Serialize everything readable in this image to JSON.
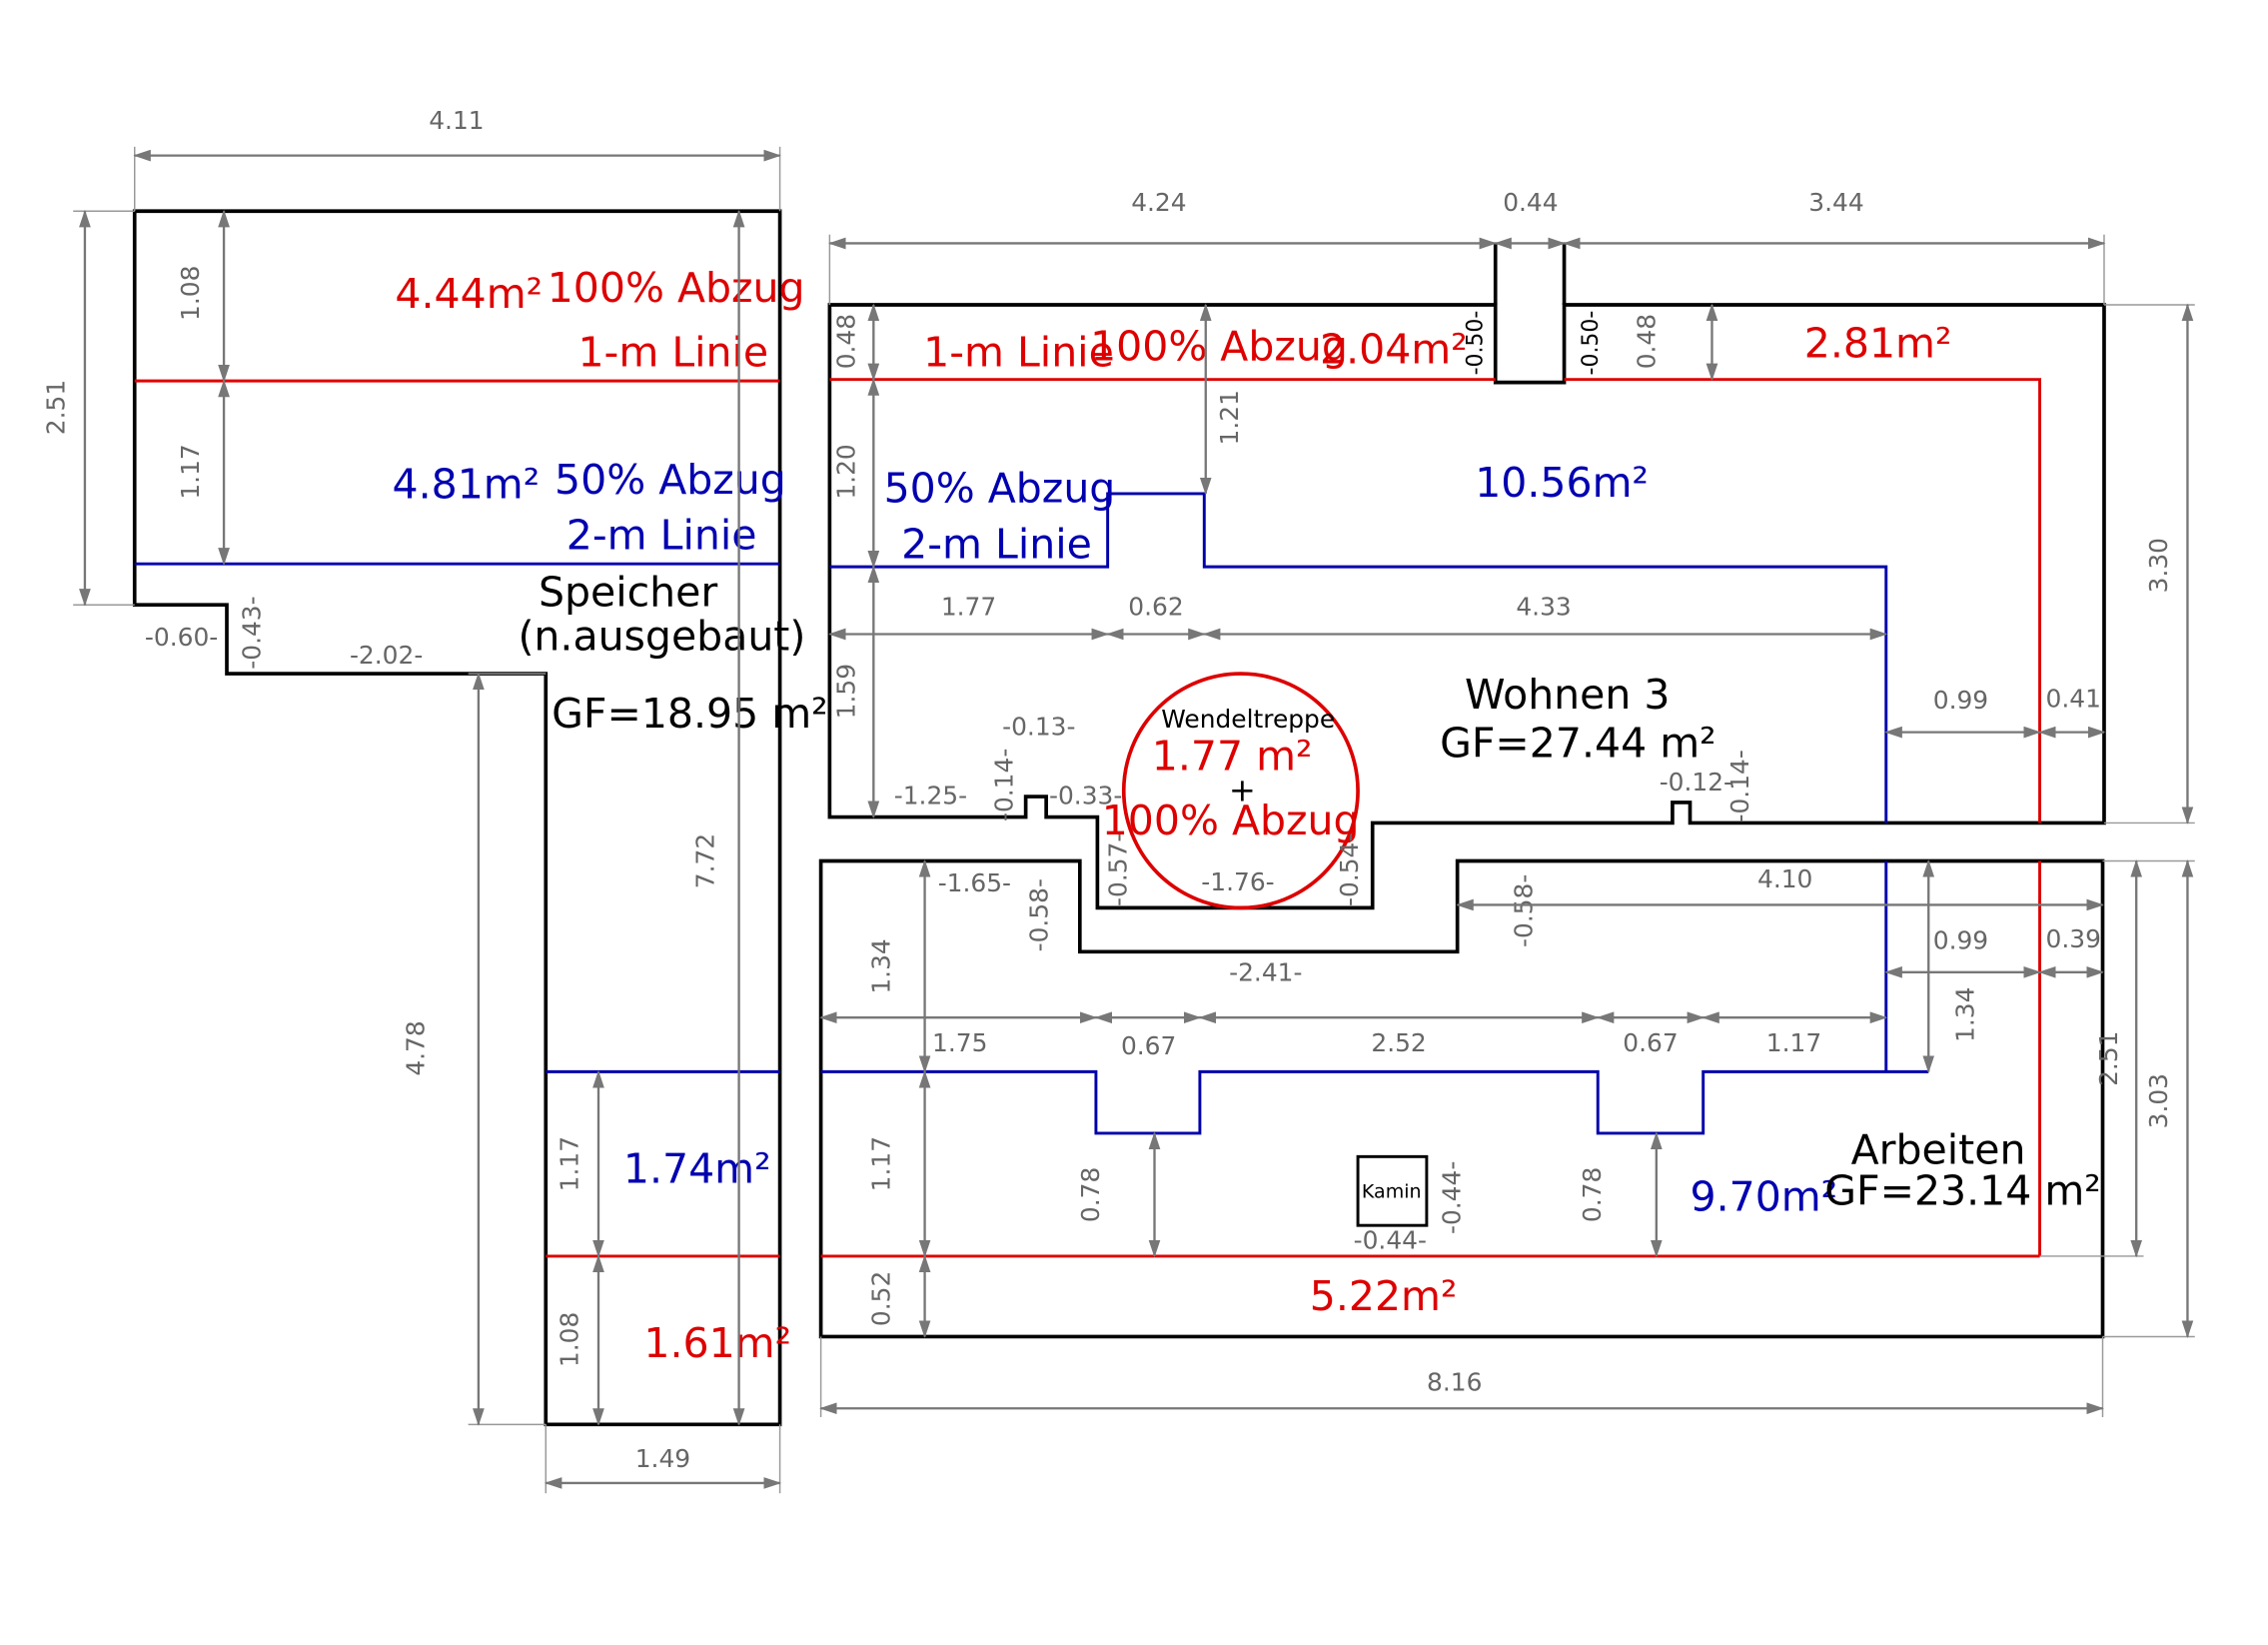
{
  "colors": {
    "wall": "#000000",
    "red_line": "#dd0000",
    "blue_line": "#0000aa",
    "dimension": "#777777"
  },
  "labels": {
    "speicher_a1": "4.44m²",
    "speicher_a1_abzug": "100% Abzug",
    "speicher_1m": "1-m Linie",
    "speicher_a2": "4.81m²",
    "speicher_a2_abzug": "50% Abzug",
    "speicher_2m": "2-m Linie",
    "speicher_name": "Speicher",
    "speicher_sub": "(n.ausgebaut)",
    "speicher_gf": "GF=18.95  m²",
    "speicher_a3": "1.74m²",
    "speicher_a4": "1.61m²",
    "w3_1m": "1-m Linie",
    "w3_abzug100": "100% Abzug",
    "w3_a1": "2.04m²",
    "w3_a2": "2.81m²",
    "w3_abzug50": "50% Abzug",
    "w3_2m": "2-m Linie",
    "w3_a3": "10.56m²",
    "w3_name": "Wohnen 3",
    "w3_gf": "GF=27.44  m²",
    "stair_name": "Wendeltreppe",
    "stair_area": "1.77  m²",
    "stair_plus": "+",
    "stair_abzug": "100% Abzug",
    "kamin": "Kamin",
    "arb_a1": "9.70m²",
    "arb_name": "Arbeiten",
    "arb_gf": "GF=23.14  m²",
    "arb_a2": "5.22m²"
  },
  "dimensions": {
    "d_411": "4.11",
    "d_251": "2.51",
    "d_108a": "1.08",
    "d_117a": "1.17",
    "d_060": "-0.60-",
    "d_043": "-0.43-",
    "d_202": "-2.02-",
    "d_772": "7.72",
    "d_478": "4.78",
    "d_117b": "1.17",
    "d_108b": "1.08",
    "d_149": "1.49",
    "d_424": "4.24",
    "d_044": "0.44",
    "d_344": "3.44",
    "d_048a": "0.48",
    "d_050a": "-0.50-",
    "d_050b": "-0.50-",
    "d_048b": "0.48",
    "d_121": "1.21",
    "d_120": "1.20",
    "d_330": "3.30",
    "d_177": "1.77",
    "d_062": "0.62",
    "d_433": "4.33",
    "d_159": "1.59",
    "d_013": "-0.13-",
    "d_125": "-1.25-",
    "d_014a": "-0.14-",
    "d_033": "-0.33-",
    "d_012": "-0.12-",
    "d_014b": "-0.14-",
    "d_099a": "0.99",
    "d_041": "0.41",
    "d_057": "-0.57-",
    "d_176": "-1.76-",
    "d_054": "-0.54-",
    "d_165": "-1.65-",
    "d_058a": "-0.58-",
    "d_058b": "-0.58-",
    "d_410": "4.10",
    "d_099b": "0.99",
    "d_039": "0.39",
    "d_134a": "1.34",
    "d_241": "-2.41-",
    "d_134b": "1.34",
    "d_175": "1.75",
    "d_067a": "0.67",
    "d_252": "2.52",
    "d_067b": "0.67",
    "d_117c": "1.17",
    "d_251b": "2.51",
    "d_303": "3.03",
    "d_117d": "1.17",
    "d_078a": "0.78",
    "d_044b": "-0.44-",
    "d_044c": "-0.44-",
    "d_078b": "0.78",
    "d_052": "0.52",
    "d_816": "8.16"
  }
}
